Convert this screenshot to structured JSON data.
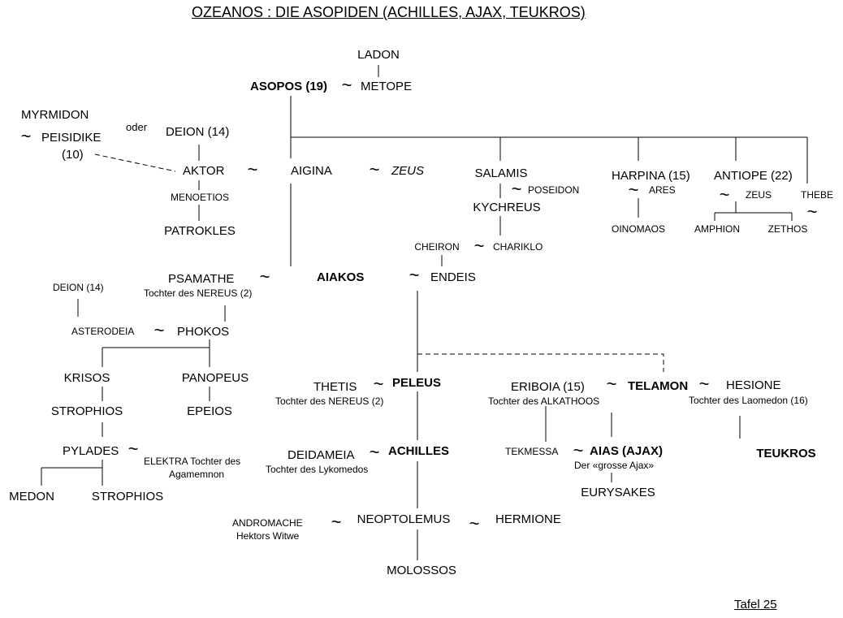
{
  "title": "OZEANOS : DIE ASOPIDEN (ACHILLES, AJAX, TEUKROS)",
  "tafel": "Tafel 25",
  "tilde": "~",
  "people": {
    "ladon": "LADON",
    "asopos": "ASOPOS (19)",
    "metope": "METOPE",
    "myrmidon": "MYRMIDON",
    "peisidike": "PEISIDIKE",
    "peisidike_num": "(10)",
    "oder": "oder",
    "deion_top": "DEION (14)",
    "aktor": "AKTOR",
    "menoetios": "MENOETIOS",
    "patrokles": "PATROKLES",
    "aigina": "AIGINA",
    "zeus": "ZEUS",
    "salamis": "SALAMIS",
    "poseidon": "POSEIDON",
    "kychreus": "KYCHREUS",
    "harpina": "HARPINA (15)",
    "ares": "ARES",
    "oinomaos": "OINOMAOS",
    "antiope": "ANTIOPE (22)",
    "zeus2": "ZEUS",
    "thebe": "THEBE",
    "amphion": "AMPHION",
    "zethos": "ZETHOS",
    "cheiron": "CHEIRON",
    "chariklo": "CHARIKLO",
    "endeis": "ENDEIS",
    "psamathe": "PSAMATHE",
    "psamathe_note": "Tochter des NEREUS (2)",
    "aiakos": "AIAKOS",
    "deion_left": "DEION (14)",
    "asterodeia": "ASTERODEIA",
    "phokos": "PHOKOS",
    "krisos": "KRISOS",
    "panopeus": "PANOPEUS",
    "strophios": "STROPHIOS",
    "epeios": "EPEIOS",
    "pylades": "PYLADES",
    "elektra": "ELEKTRA Tochter  des",
    "elektra2": "Agamemnon",
    "medon": "MEDON",
    "strophios2": "STROPHIOS",
    "thetis": "THETIS",
    "thetis_note": "Tochter des NEREUS (2)",
    "peleus": "PELEUS",
    "deidameia": "DEIDAMEIA",
    "deidameia_note": "Tochter des Lykomedos",
    "achilles": "ACHILLES",
    "andromache": "ANDROMACHE",
    "andromache_note": "Hektors Witwe",
    "neoptolemus": "NEOPTOLEMUS",
    "hermione": "HERMIONE",
    "molossos": "MOLOSSOS",
    "eriboia": "ERIBOIA (15)",
    "eriboia_note": "Tochter des ALKATHOOS",
    "telamon": "TELAMON",
    "hesione": "HESIONE",
    "hesione_note": "Tochter des Laomedon (16)",
    "tekmessa": "TEKMESSA",
    "aias": "AIAS (AJAX)",
    "aias_note": "Der  «grosse  Ajax»",
    "eurysakes": "EURYSAKES",
    "teukros": "TEUKROS"
  }
}
